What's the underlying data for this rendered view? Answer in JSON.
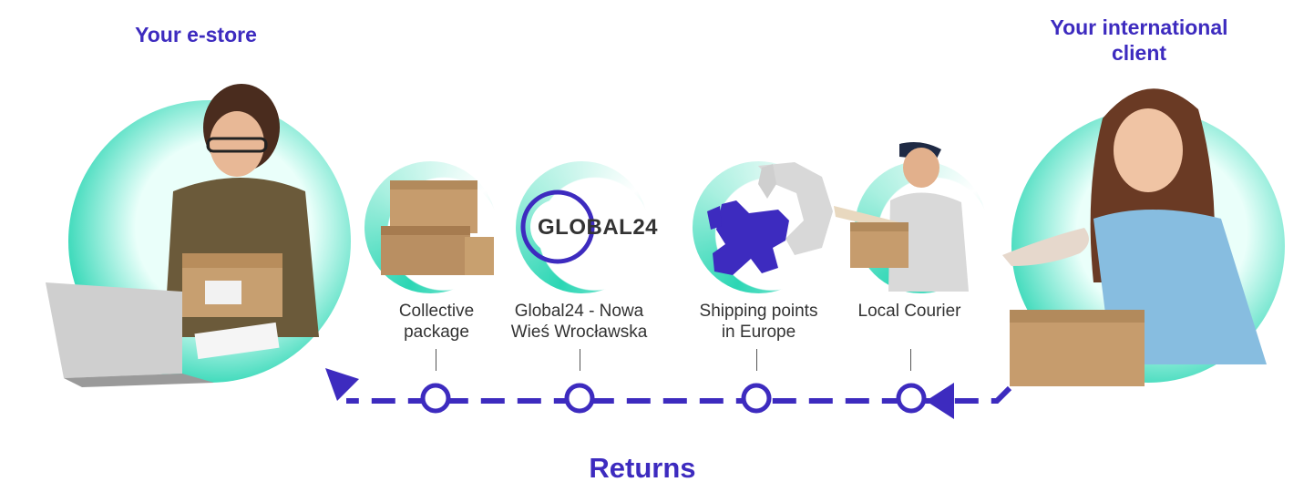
{
  "headings": {
    "left": "Your e-store",
    "right": "Your international\nclient",
    "bottom": "Returns"
  },
  "steps": [
    {
      "label": "Collective\npackage",
      "icon": "boxes-icon"
    },
    {
      "label": "Global24 - Nowa\nWieś Wrocławska",
      "icon": "global24-logo"
    },
    {
      "label": "Shipping points\nin Europe",
      "icon": "europe-map-icon"
    },
    {
      "label": "Local Courier",
      "icon": "courier-icon"
    }
  ],
  "logo_text": "GLOBAL24",
  "colors": {
    "accent": "#3d2bbf",
    "teal": "#2bd6b4",
    "box": "#b8956a"
  }
}
